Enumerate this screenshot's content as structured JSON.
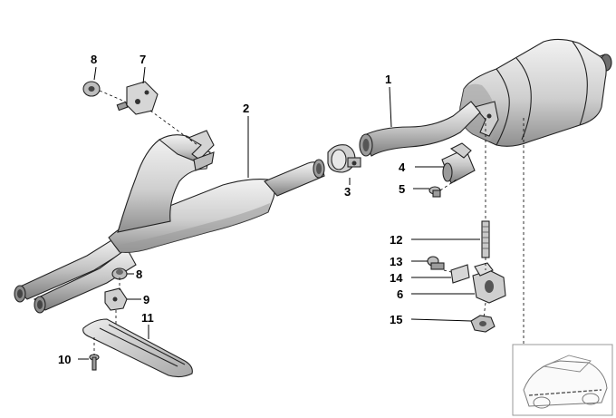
{
  "diagram": {
    "callouts": {
      "p1": "1",
      "p2": "2",
      "p3": "3",
      "p4": "4",
      "p5": "5",
      "p6": "6",
      "p7": "7",
      "p8a": "8",
      "p8b": "8",
      "p9": "9",
      "p10": "10",
      "p11": "11",
      "p12": "12",
      "p13": "13",
      "p14": "14",
      "p15": "15"
    }
  },
  "colors": {
    "line": "#222222",
    "part_fill": "#dedede",
    "part_shade": "#b8b8b8",
    "part_dark": "#8c8c8c",
    "background": "#ffffff"
  },
  "icons": {
    "thumbnail": "car-outline-icon"
  }
}
